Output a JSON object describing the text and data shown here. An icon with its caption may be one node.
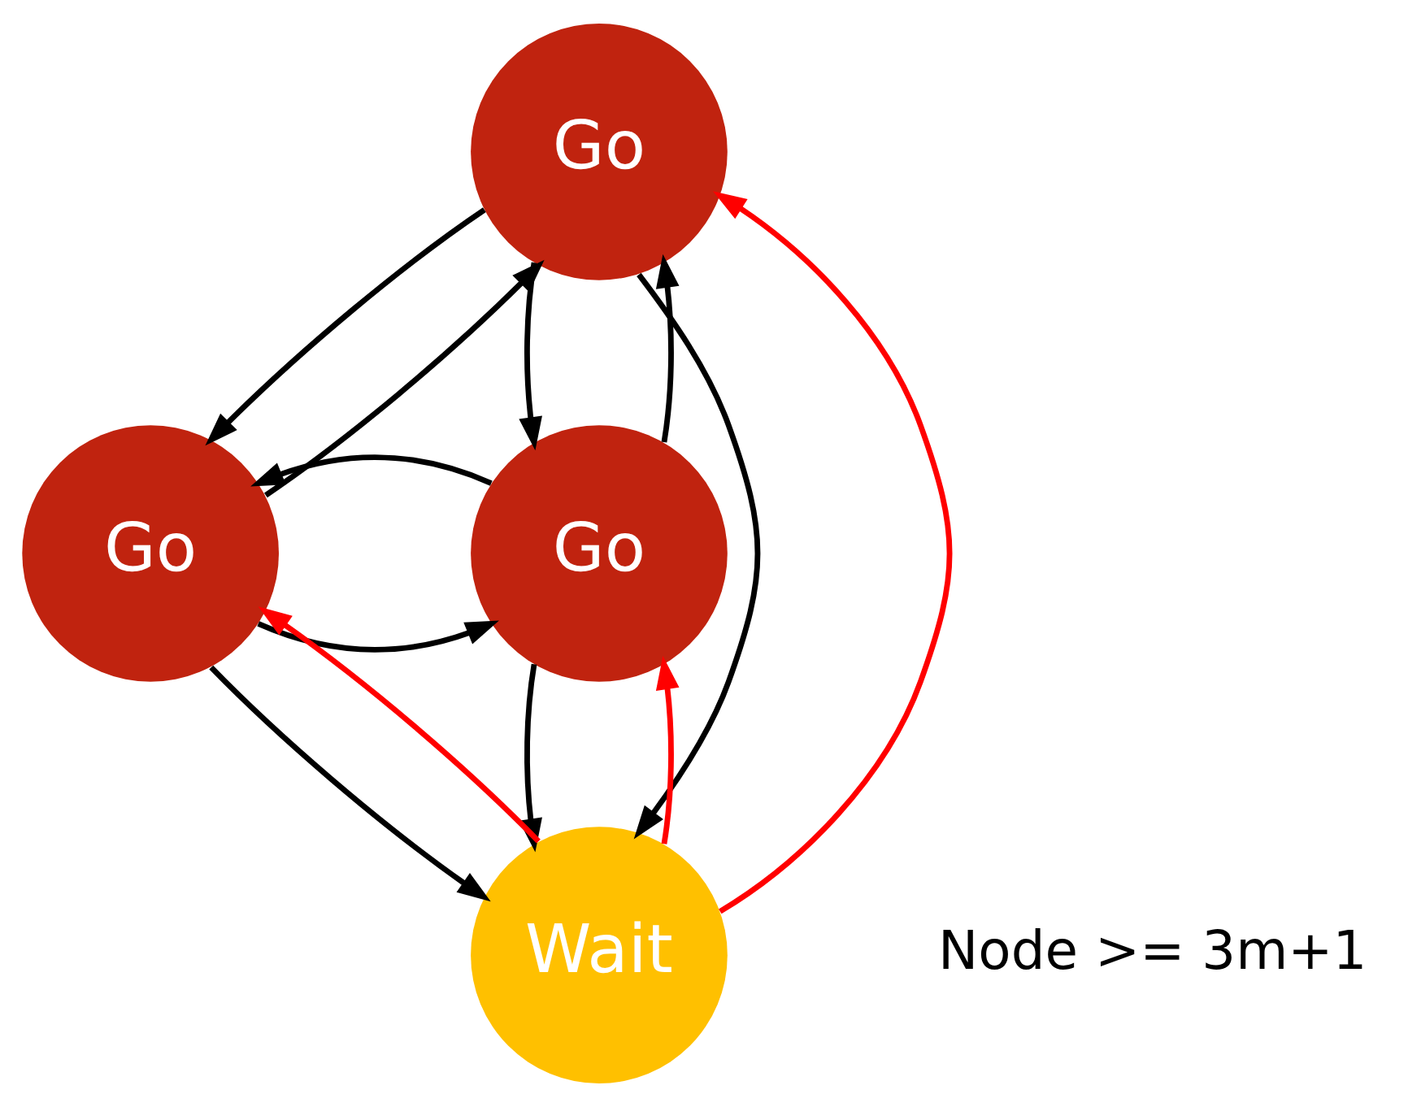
{
  "diagram": {
    "nodes": [
      {
        "text": [
          "Go"
        ]
      },
      {
        "text": [
          "Go"
        ]
      },
      {
        "text": [
          "Go"
        ]
      },
      {
        "text": [
          "Wait"
        ]
      }
    ],
    "edges": [
      {
        "from": 0,
        "to": 1,
        "arrow": "to"
      },
      {
        "from": 1,
        "to": 0,
        "arrow": "to"
      },
      {
        "from": 0,
        "to": 2,
        "arrow": "to"
      },
      {
        "from": 2,
        "to": 0,
        "arrow": "to"
      },
      {
        "from": 0,
        "to": 3,
        "arrow": "to"
      },
      {
        "from": 3,
        "to": 0,
        "arrow": "to",
        "color": "#ff0000"
      },
      {
        "from": 1,
        "to": 2,
        "arrow": "to"
      },
      {
        "from": 2,
        "to": 1,
        "arrow": "to"
      },
      {
        "from": 1,
        "to": 3,
        "arrow": "to"
      },
      {
        "from": 3,
        "to": 1,
        "arrow": "to",
        "color": "#ff0000"
      },
      {
        "from": 2,
        "to": 3,
        "arrow": "to"
      },
      {
        "from": 3,
        "to": 2,
        "arrow": "to",
        "color": "#ff0000"
      }
    ],
    "labels": [
      "Node >= 3m+1"
    ]
  }
}
